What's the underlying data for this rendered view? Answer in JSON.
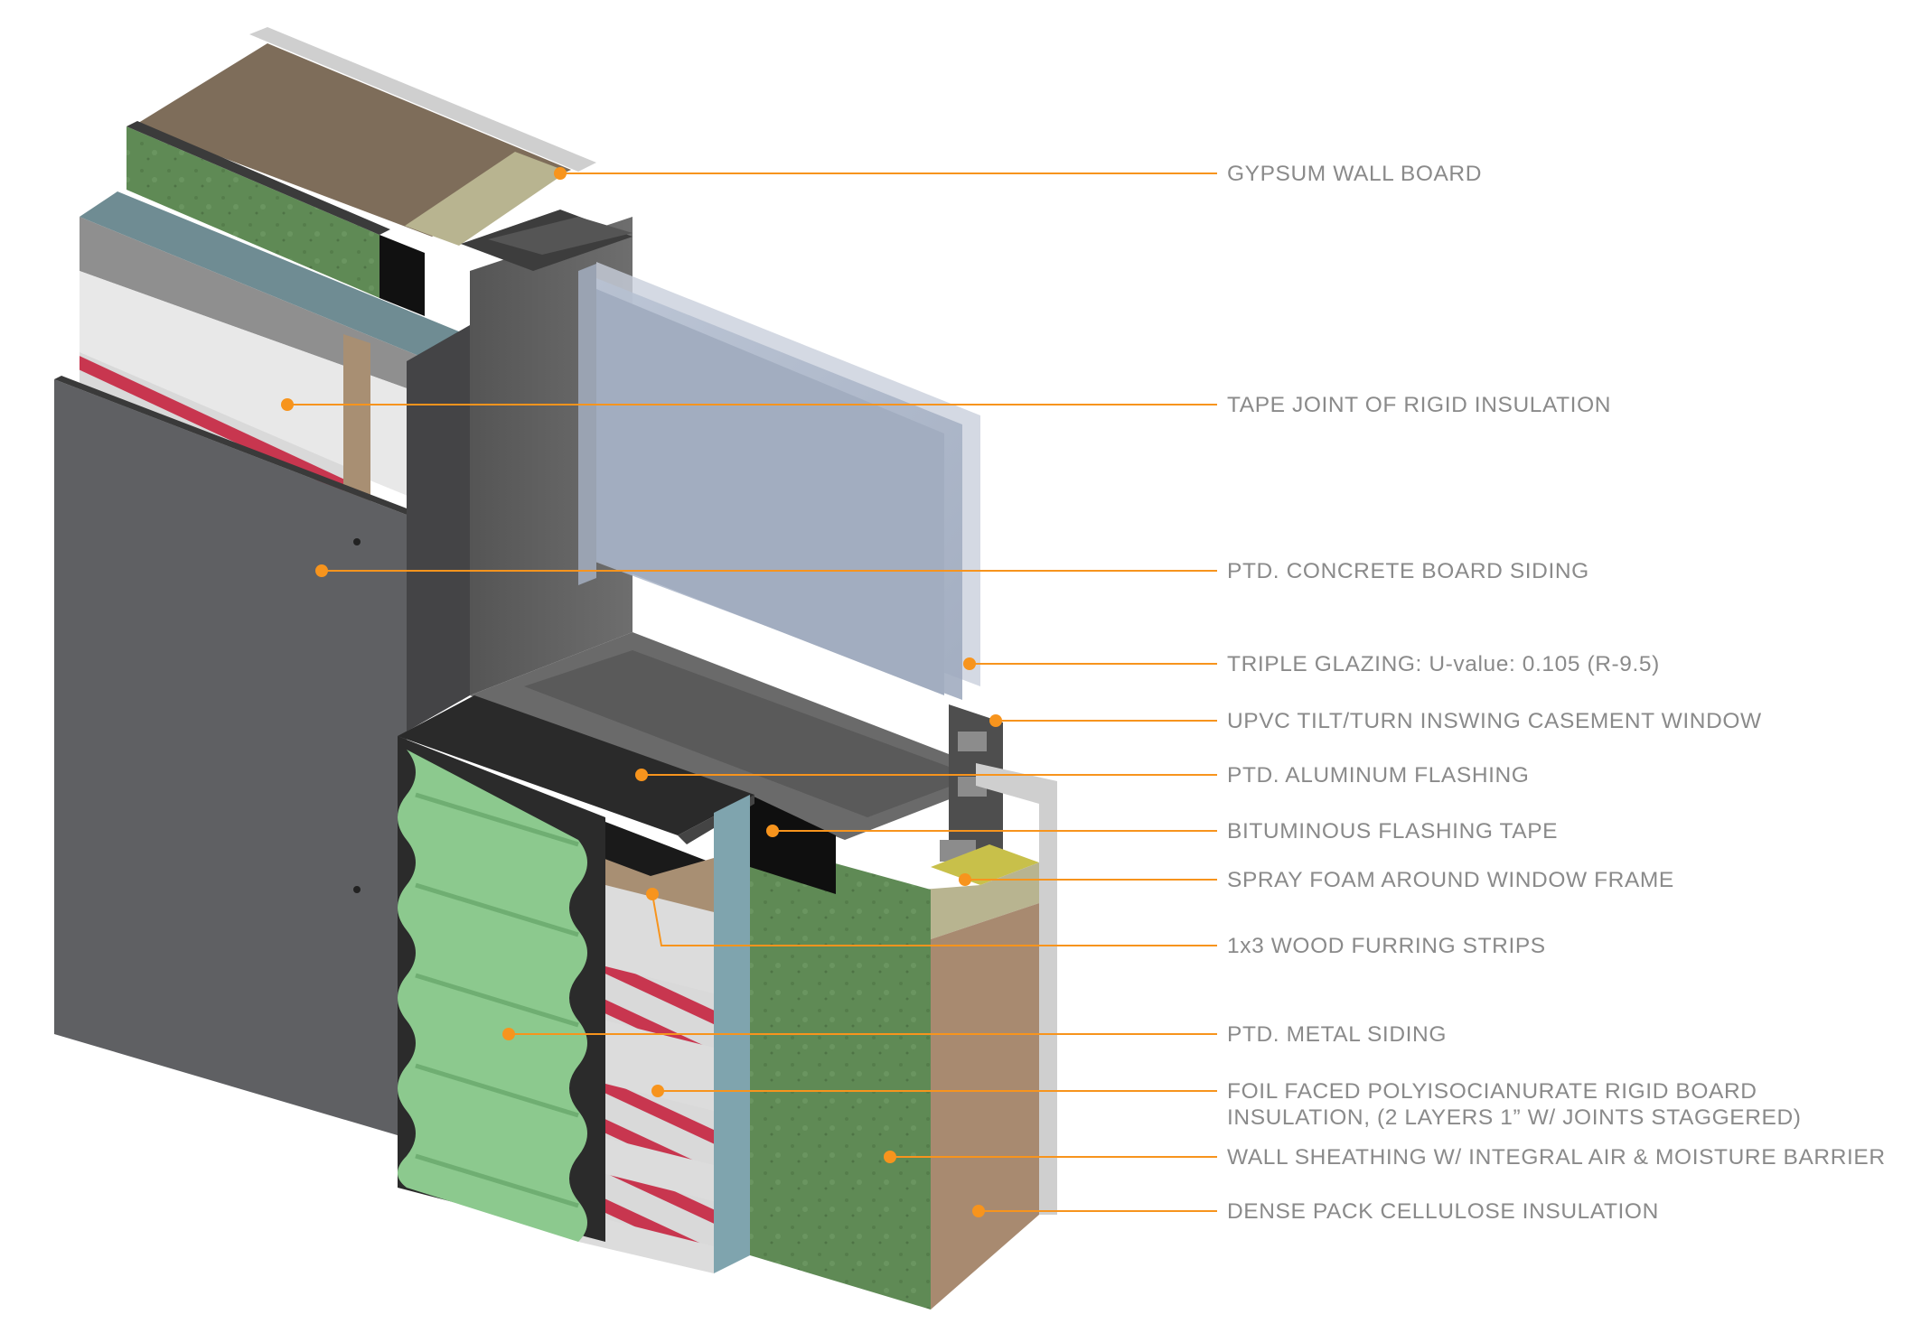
{
  "diagram": {
    "accent_color": "#f7941d",
    "label_color": "#8a8a8a",
    "callouts": [
      {
        "id": "gypsum-wall-board",
        "text": "GYPSUM WALL BOARD"
      },
      {
        "id": "tape-joint-rigid-insulation",
        "text": "TAPE JOINT OF RIGID INSULATION"
      },
      {
        "id": "concrete-board-siding",
        "text": "PTD. CONCRETE BOARD SIDING"
      },
      {
        "id": "triple-glazing",
        "text": "TRIPLE GLAZING: U-value: 0.105 (R-9.5)"
      },
      {
        "id": "upvc-window",
        "text": "UPVC TILT/TURN INSWING CASEMENT WINDOW"
      },
      {
        "id": "aluminum-flashing",
        "text": "PTD. ALUMINUM FLASHING"
      },
      {
        "id": "bituminous-flashing-tape",
        "text": "BITUMINOUS FLASHING TAPE"
      },
      {
        "id": "spray-foam",
        "text": "SPRAY FOAM AROUND WINDOW FRAME"
      },
      {
        "id": "wood-furring-strips",
        "text": "1x3 WOOD FURRING STRIPS"
      },
      {
        "id": "metal-siding",
        "text": "PTD. METAL SIDING"
      },
      {
        "id": "polyiso-insulation",
        "text": "FOIL FACED POLYISOCIANURATE RIGID BOARD",
        "text2": "INSULATION, (2 LAYERS 1” W/ JOINTS STAGGERED)"
      },
      {
        "id": "wall-sheathing",
        "text": "WALL SHEATHING W/ INTEGRAL AIR & MOISTURE BARRIER"
      },
      {
        "id": "cellulose-insulation",
        "text": "DENSE PACK CELLULOSE INSULATION"
      }
    ]
  }
}
